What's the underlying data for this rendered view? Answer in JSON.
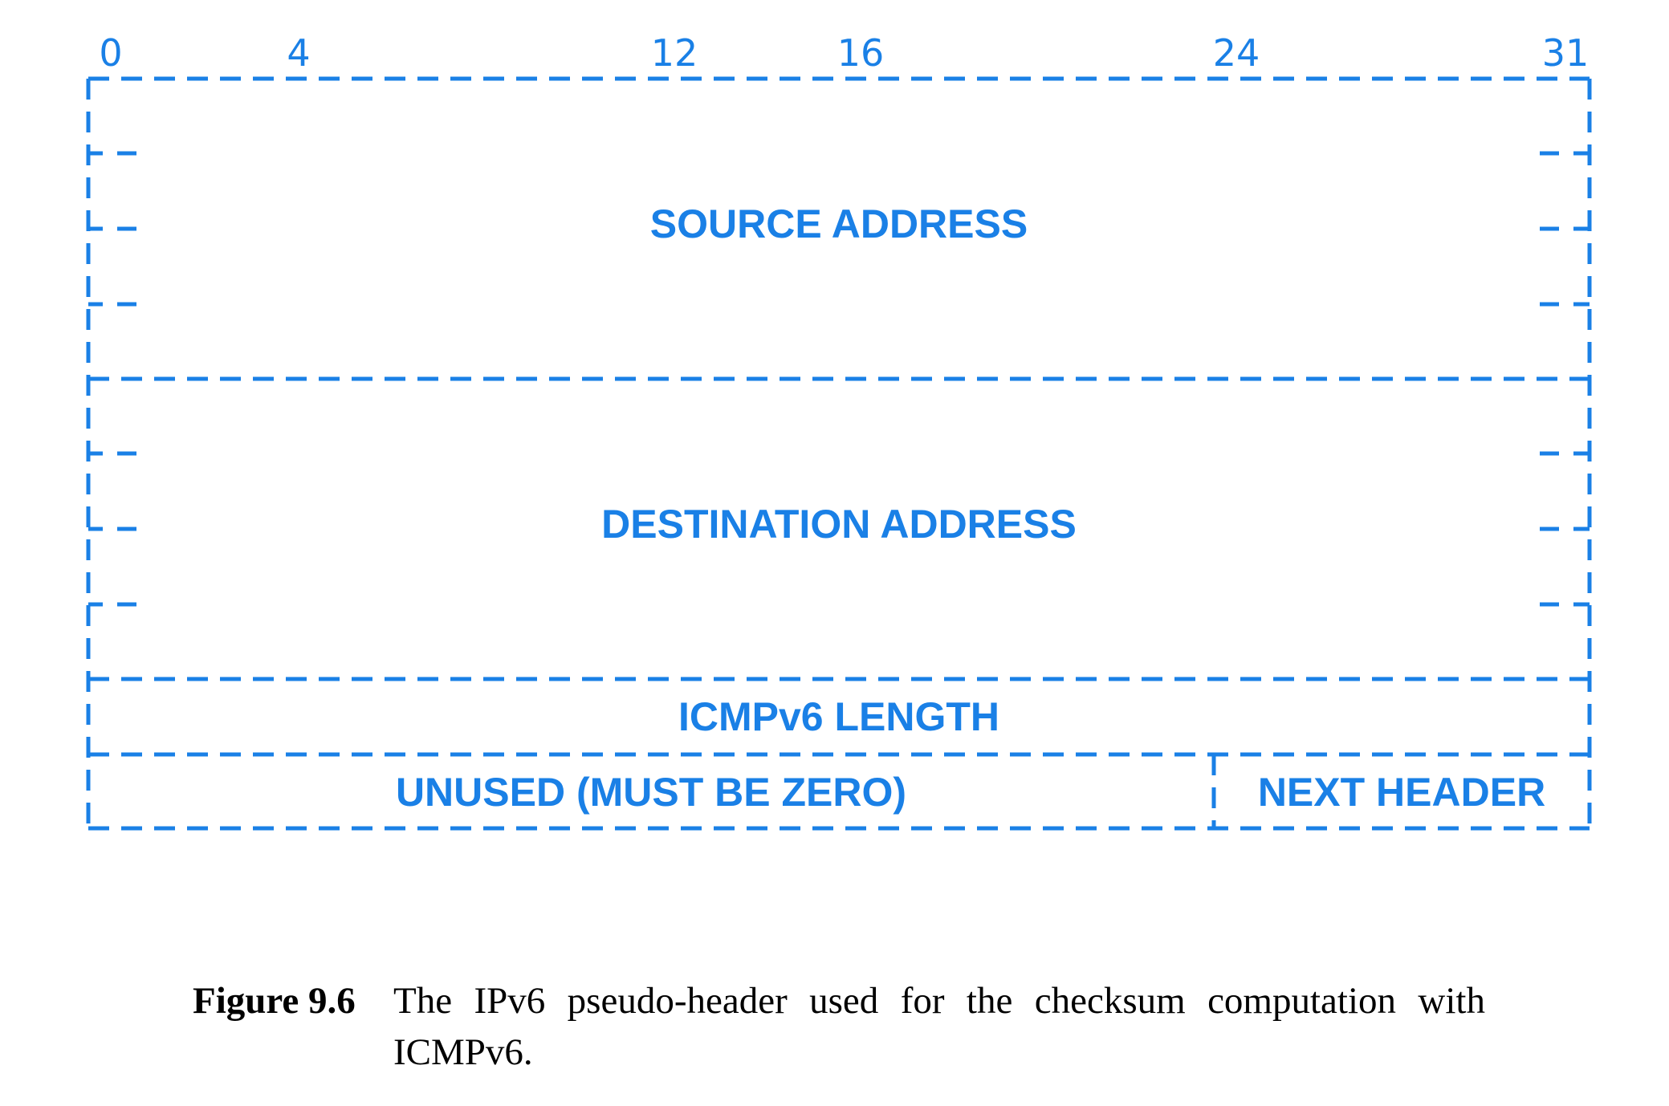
{
  "diagram": {
    "bit_positions": [
      "0",
      "4",
      "12",
      "16",
      "24",
      "31"
    ],
    "fields": {
      "source_address": "SOURCE ADDRESS",
      "destination_address": "DESTINATION ADDRESS",
      "icmpv6_length": "ICMPv6 LENGTH",
      "unused": "UNUSED (MUST BE ZERO)",
      "next_header": "NEXT HEADER"
    },
    "color": "#1a80e6"
  },
  "caption": {
    "number": "Figure 9.6",
    "text": "The IPv6 pseudo-header used for the checksum computation with ICMPv6."
  }
}
